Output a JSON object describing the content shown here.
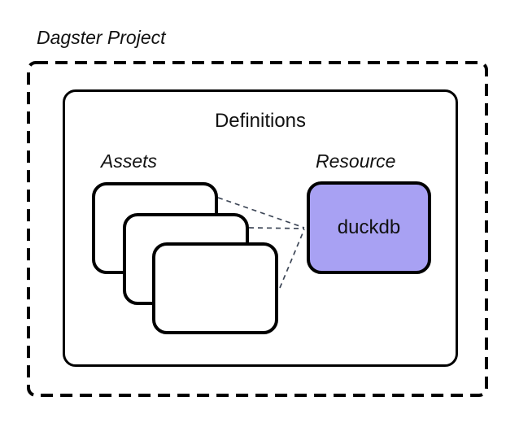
{
  "title": {
    "label": "Dagster Project"
  },
  "definitions": {
    "label": "Definitions"
  },
  "assets": {
    "label": "Assets",
    "card_count": 3
  },
  "resource": {
    "label": "Resource",
    "box_label": "duckdb"
  },
  "colors": {
    "background": "#ffffff",
    "outline": "#000000",
    "resource_fill": "#a8a1f3",
    "connector": "#3e4757"
  }
}
